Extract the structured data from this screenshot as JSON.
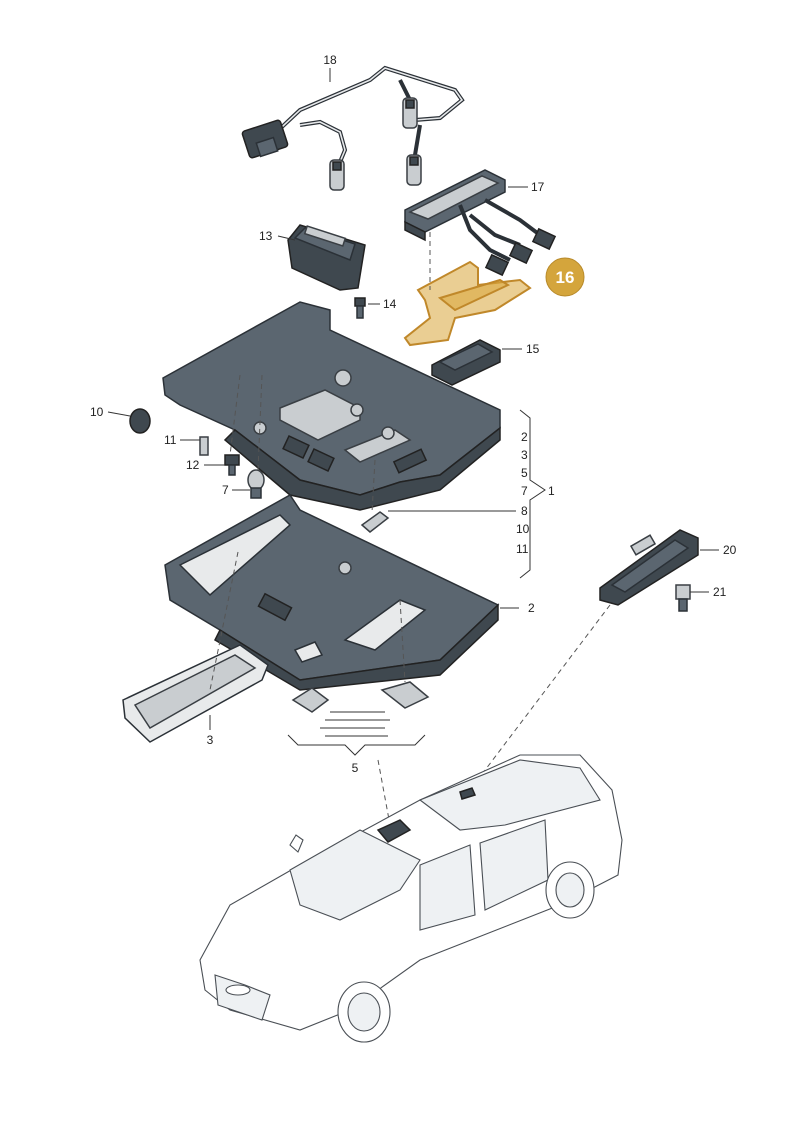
{
  "diagram": {
    "highlight_badge": "16",
    "callouts": [
      {
        "id": "c18",
        "text": "18"
      },
      {
        "id": "c17",
        "text": "17"
      },
      {
        "id": "c13",
        "text": "13"
      },
      {
        "id": "c14",
        "text": "14"
      },
      {
        "id": "c15",
        "text": "15"
      },
      {
        "id": "c10",
        "text": "10"
      },
      {
        "id": "c11",
        "text": "11"
      },
      {
        "id": "c12",
        "text": "12"
      },
      {
        "id": "c7",
        "text": "7"
      },
      {
        "id": "c20",
        "text": "20"
      },
      {
        "id": "c21",
        "text": "21"
      },
      {
        "id": "c3",
        "text": "3"
      },
      {
        "id": "c5",
        "text": "5"
      },
      {
        "id": "c2b",
        "text": "2"
      }
    ],
    "bracket_list": [
      "2",
      "3",
      "5",
      "7",
      "8",
      "10",
      "11"
    ],
    "bracket_group": "1"
  },
  "colors": {
    "highlight": "#d4a53c",
    "part": "#5b6670",
    "line": "#2b3137"
  }
}
